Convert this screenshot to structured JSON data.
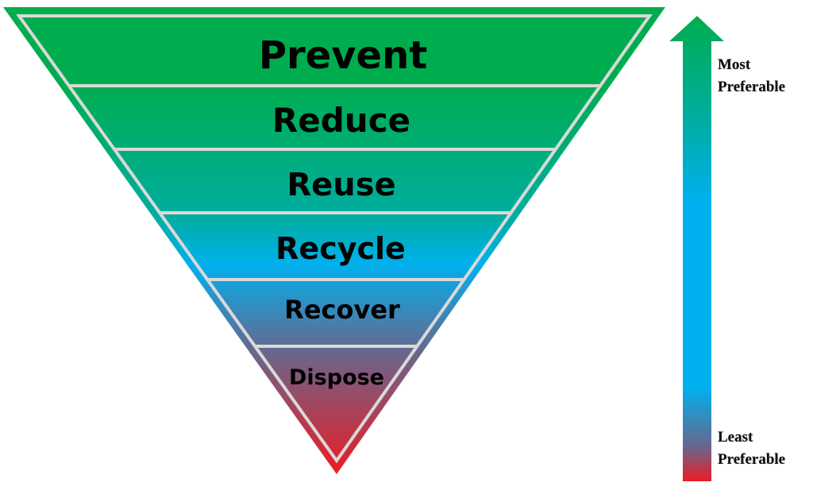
{
  "title": "Waste Hierarchy",
  "tiers": [
    {
      "label": "Prevent"
    },
    {
      "label": "Reduce"
    },
    {
      "label": "Reuse"
    },
    {
      "label": "Recycle"
    },
    {
      "label": "Recover"
    },
    {
      "label": "Dispose"
    }
  ],
  "scale": {
    "top_label_line1": "Most",
    "top_label_line2": "Preferable",
    "bottom_label_line1": "Least",
    "bottom_label_line2": "Preferable"
  },
  "colors": {
    "green": "#00AD4E",
    "teal": "#00ADA0",
    "blue": "#00B0EE",
    "purple": "#6E6388",
    "red": "#ED1C24",
    "outline": "#D9D9D9"
  }
}
